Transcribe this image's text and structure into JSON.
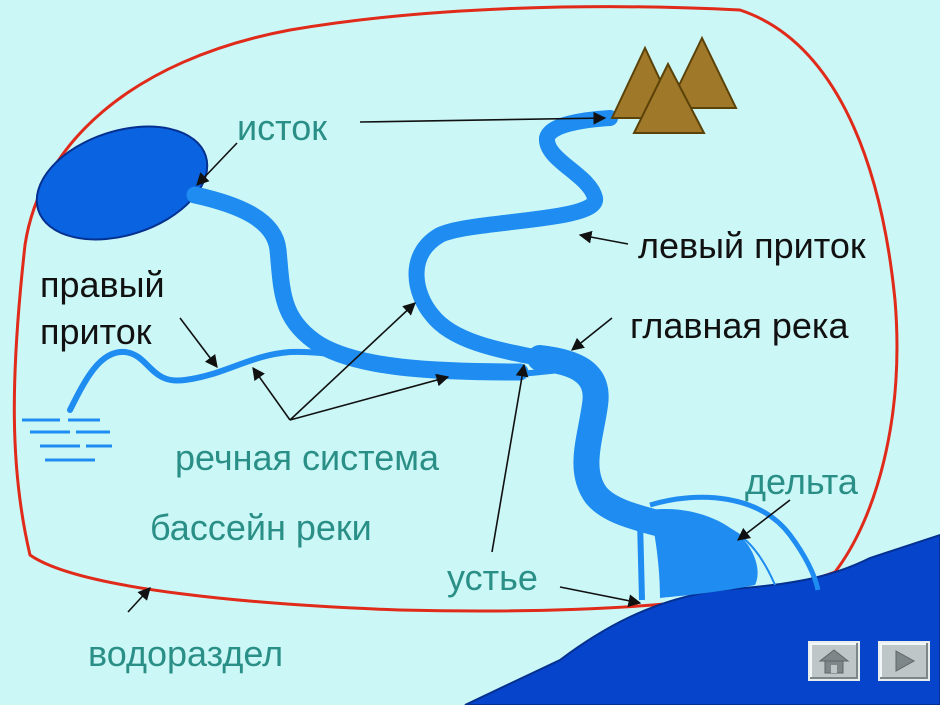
{
  "labels": {
    "source": "исток",
    "left_tributary": "левый приток",
    "main_river": "главная река",
    "right_tributary_line1": "правый",
    "right_tributary_line2": "приток",
    "river_system": "речная система",
    "river_basin": "бассейн реки",
    "delta": "дельта",
    "mouth": "устье",
    "watershed": "водораздел"
  },
  "icons": {
    "home": "home-icon",
    "next": "play-right-icon"
  },
  "colors": {
    "background": "#ccf7f7",
    "river": "#1e8cf0",
    "lake": "#0a63e0",
    "sea": "#0644cc",
    "watershed": "#e02a1a",
    "mountain": "#a0782a",
    "label_teal": "#2a8f86",
    "label_dark": "#111111"
  }
}
